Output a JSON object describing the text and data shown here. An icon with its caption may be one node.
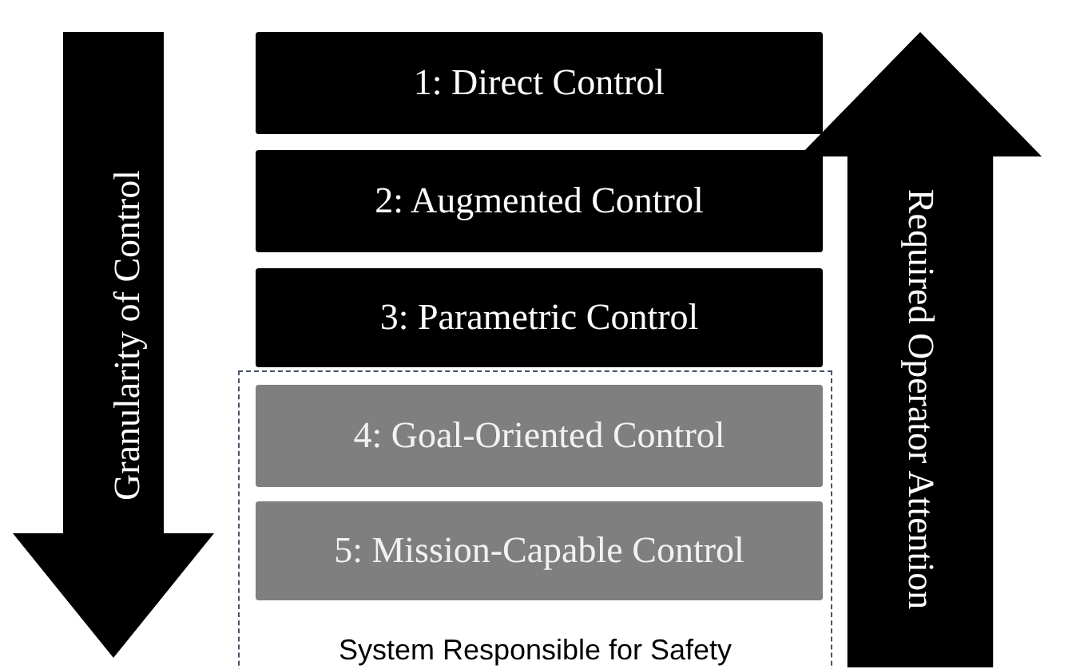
{
  "diagram": {
    "nodes": [
      {
        "text": [
          "Granularity of Control"
        ]
      },
      {
        "text": [
          "1: Direct Control"
        ]
      },
      {
        "text": [
          "2: Augmented Control"
        ]
      },
      {
        "text": [
          "3: Parametric Control"
        ]
      },
      {
        "text": [
          "System Responsible for Safety"
        ]
      },
      {
        "text": [
          "4: Goal-Oriented Control"
        ],
        "in": 4
      },
      {
        "text": [
          "5: Mission-Capable Control"
        ],
        "in": 4
      },
      {
        "text": [
          "Required Operator Attention"
        ]
      }
    ],
    "edges": []
  }
}
